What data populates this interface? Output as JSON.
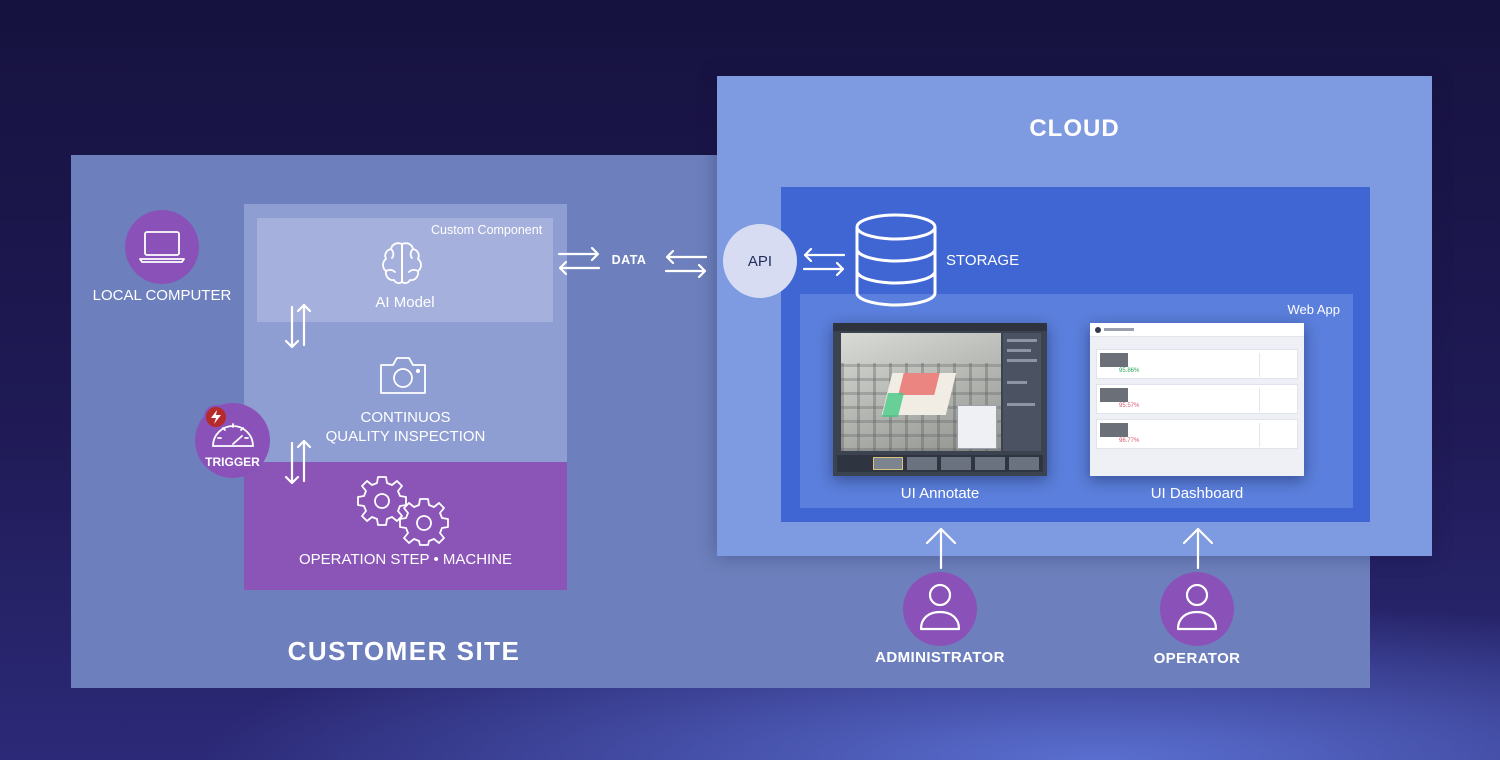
{
  "customer_site": {
    "title": "CUSTOMER SITE"
  },
  "cloud": {
    "title": "CLOUD",
    "webapp_title": "Web App",
    "storage_label": "STORAGE",
    "api_label": "API"
  },
  "component": {
    "custom_label": "Custom Component",
    "ai_model_label": "AI Model",
    "quality_inspection_line1": "CONTINUOS",
    "quality_inspection_line2": "QUALITY INSPECTION",
    "operation_label": "OPERATION STEP • MACHINE"
  },
  "local_computer": {
    "label": "LOCAL COMPUTER"
  },
  "trigger": {
    "label": "TRIGGER"
  },
  "data_flow": {
    "label": "DATA"
  },
  "apps": {
    "annotate_label": "UI Annotate",
    "dashboard_label": "UI Dashboard",
    "dashboard_percents": [
      "95.86%",
      "95.57%",
      "96.77%"
    ]
  },
  "users": {
    "administrator": "ADMINISTRATOR",
    "operator": "OPERATOR"
  },
  "icons": [
    "laptop-icon",
    "brain-icon",
    "camera-icon",
    "gears-icon",
    "gauge-icon",
    "bolt-icon",
    "database-icon",
    "user-icon",
    "swap-arrows-icon",
    "vertical-arrows-icon",
    "up-arrow-icon"
  ],
  "colors": {
    "purple": "#8a52b8",
    "cloud": "#7e9ae0",
    "cloud_inner": "#3f66d2",
    "site": "#6d80bd"
  }
}
